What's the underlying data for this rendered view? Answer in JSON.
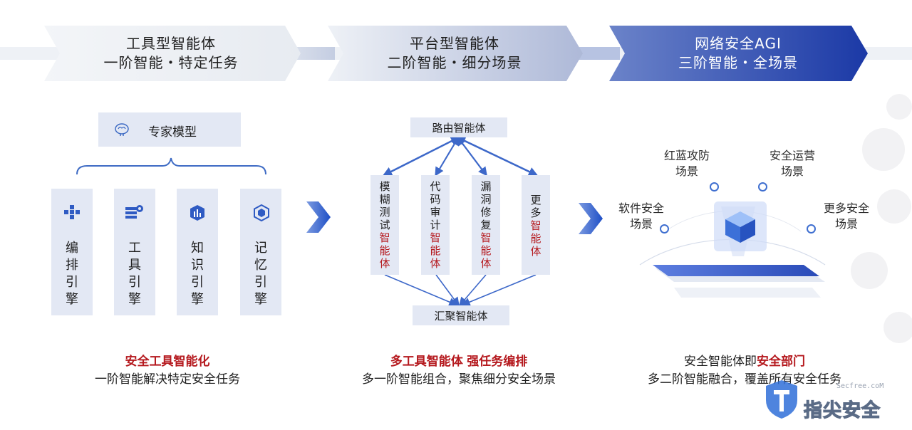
{
  "stages": [
    {
      "title": "工具型智能体",
      "subtitle": "一阶智能・特定任务"
    },
    {
      "title": "平台型智能体",
      "subtitle": "二阶智能・细分场景"
    },
    {
      "title": "网络安全AGI",
      "subtitle": "三阶智能・全场景"
    }
  ],
  "stage1": {
    "expert_model": "专家模型",
    "engines": [
      {
        "chars": [
          "编",
          "排",
          "引",
          "擎"
        ],
        "icon": "orchestration-icon"
      },
      {
        "chars": [
          "工",
          "具",
          "引",
          "擎"
        ],
        "icon": "tool-gear-icon"
      },
      {
        "chars": [
          "知",
          "识",
          "引",
          "擎"
        ],
        "icon": "knowledge-icon"
      },
      {
        "chars": [
          "记",
          "忆",
          "引",
          "擎"
        ],
        "icon": "memory-icon"
      }
    ],
    "caption_highlight": "安全工具智能化",
    "caption_line2": "一阶智能解决特定安全任务"
  },
  "stage2": {
    "router": "路由智能体",
    "aggregator": "汇聚智能体",
    "agents": [
      {
        "black": [
          "模",
          "糊",
          "测",
          "试"
        ],
        "red": [
          "智",
          "能",
          "体"
        ]
      },
      {
        "black": [
          "代",
          "码",
          "审",
          "计"
        ],
        "red": [
          "智",
          "能",
          "体"
        ]
      },
      {
        "black": [
          "漏",
          "洞",
          "修",
          "复"
        ],
        "red": [
          "智",
          "能",
          "体"
        ]
      },
      {
        "black": [
          "更",
          "多"
        ],
        "red": [
          "智",
          "能",
          "体"
        ]
      }
    ],
    "caption_highlight_1": "多工具智能体",
    "caption_highlight_2": "强任务编排",
    "caption_line2": "多一阶智能组合，聚焦细分安全场景"
  },
  "stage3": {
    "scenes": [
      {
        "line1": "软件安全",
        "line2": "场景"
      },
      {
        "line1": "红蓝攻防",
        "line2": "场景"
      },
      {
        "line1": "安全运营",
        "line2": "场景"
      },
      {
        "line1": "更多安全",
        "line2": "场景"
      }
    ],
    "caption_prefix": "安全智能体即",
    "caption_highlight": "安全部门",
    "caption_line2": "多二阶智能融合，覆盖所有安全任务"
  },
  "watermark": {
    "url": "Secfree.coM",
    "brand": "指尖安全"
  },
  "colors": {
    "accent_red": "#b5191e",
    "dark_blue": "#1e3fa8",
    "box_bg": "#e3e8f4"
  }
}
